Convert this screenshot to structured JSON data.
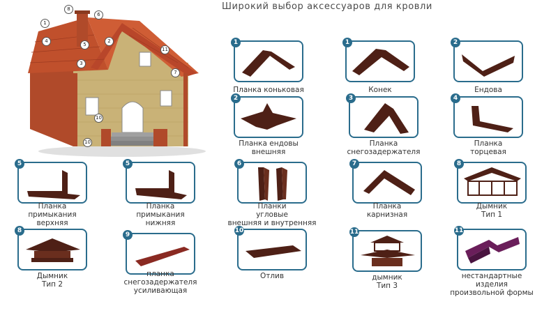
{
  "title": "Широкий выбор аксессуаров для кровли",
  "colors": {
    "accent": "#2a6c8c",
    "product": "#4e2016",
    "roof": "#c0502c",
    "brick": "#c8b070"
  },
  "house_markers": [
    "8",
    "6",
    "1",
    "4",
    "5",
    "2",
    "3",
    "11",
    "7",
    "10",
    "10"
  ],
  "products": [
    {
      "num": "1",
      "icon": "ridge-plank-icon",
      "lines": [
        "Планка коньковая"
      ]
    },
    {
      "num": "1",
      "icon": "ridge-icon",
      "lines": [
        "Конек"
      ]
    },
    {
      "num": "2",
      "icon": "valley-icon",
      "lines": [
        "Ендова"
      ]
    },
    {
      "num": "2",
      "icon": "valley-outer-plank-icon",
      "lines": [
        "Планка ендовы",
        "внешняя"
      ]
    },
    {
      "num": "3",
      "icon": "snow-guard-plank-icon",
      "lines": [
        "Планка",
        "снегозадержателя"
      ]
    },
    {
      "num": "4",
      "icon": "end-plank-icon",
      "lines": [
        "Планка",
        "торцевая"
      ]
    },
    {
      "num": "5",
      "icon": "upper-abutment-plank-icon",
      "lines": [
        "Планка",
        "примыкания",
        "верхняя"
      ]
    },
    {
      "num": "5",
      "icon": "lower-abutment-plank-icon",
      "lines": [
        "Планка",
        "примыкания",
        "нижняя"
      ]
    },
    {
      "num": "6",
      "icon": "corner-plank-icon",
      "lines": [
        "Планки",
        "угловые",
        "внешняя и внутренняя"
      ]
    },
    {
      "num": "7",
      "icon": "eaves-plank-icon",
      "lines": [
        "Планка",
        "карнизная"
      ]
    },
    {
      "num": "8",
      "icon": "chimney-cap-type1-icon",
      "lines": [
        "Дымник",
        "Тип 1"
      ]
    },
    {
      "num": "8",
      "icon": "chimney-cap-type2-icon",
      "lines": [
        "Дымник",
        "Тип 2"
      ]
    },
    {
      "num": "9",
      "icon": "snow-guard-reinforced-icon",
      "lines": [
        "планка",
        "снегозадержателя",
        "усиливающая"
      ]
    },
    {
      "num": "10",
      "icon": "drip-edge-icon",
      "lines": [
        "Отлив"
      ]
    },
    {
      "num": "11",
      "icon": "chimney-cap-type3-icon",
      "lines": [
        "дымник",
        "Тип 3"
      ]
    },
    {
      "num": "11",
      "icon": "custom-product-icon",
      "lines": [
        "нестандартные",
        "изделия",
        "произвольной формы"
      ]
    }
  ]
}
